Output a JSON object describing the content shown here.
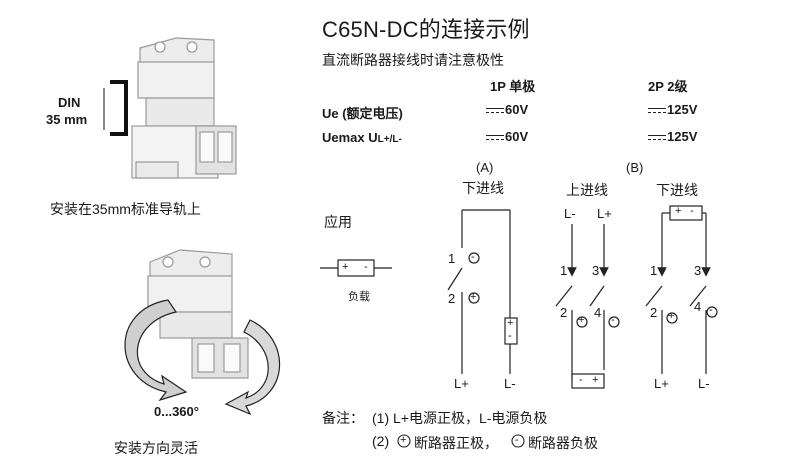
{
  "header": {
    "title": "C65N-DC的连接示例",
    "subtitle": "直流断路器接线时请注意极性"
  },
  "specs": {
    "col_1p": "1P 单极",
    "col_2p": "2P 2级",
    "ue_label": "Ue (额定电压)",
    "ue_1p": "60V",
    "ue_2p": "125V",
    "uemax_label": "Uemax U",
    "uemax_sub": "L+/L-",
    "uemax_1p": "60V",
    "uemax_2p": "125V"
  },
  "left_panel": {
    "din_label": "DIN",
    "din_size": "35 mm",
    "rail_caption": "安装在35mm标准导轨上",
    "angle_label": "0...360°",
    "direction_caption": "安装方向灵活"
  },
  "application": {
    "label": "应用",
    "load_label": "负载",
    "plus": "+",
    "minus": "-"
  },
  "diagrams": {
    "a_label": "(A)",
    "a_title": "下进线",
    "b_label": "(B)",
    "b1_title": "上进线",
    "b2_title": "下进线",
    "terminal_1": "1",
    "terminal_2": "2",
    "terminal_3": "3",
    "terminal_4": "4",
    "l_plus": "L+",
    "l_minus": "L-",
    "plus": "+",
    "minus": "-"
  },
  "notes": {
    "label": "备注：",
    "note1": "(1) L+电源正极，L-电源负极",
    "note2_prefix": "(2)",
    "note2_plus_text": "断路器正极，",
    "note2_minus_text": "断路器负极"
  }
}
